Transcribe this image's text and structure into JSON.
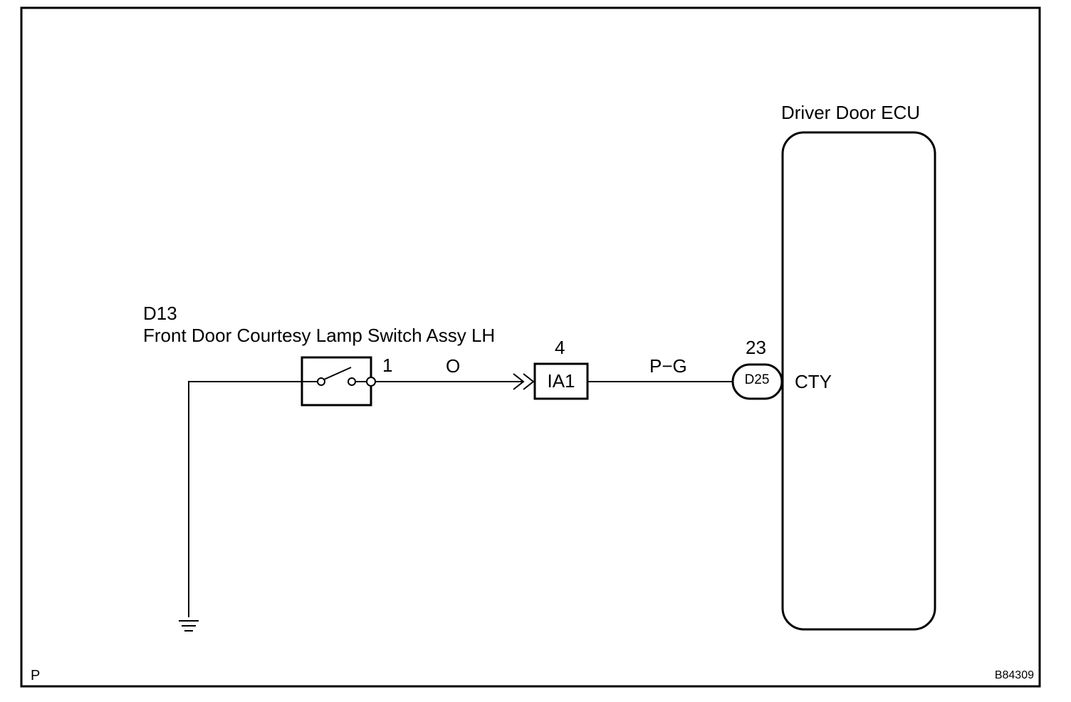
{
  "ecu": {
    "title": "Driver Door ECU",
    "terminal_name": "CTY",
    "connector_code": "D25",
    "pin": "23"
  },
  "switch": {
    "code": "D13",
    "name": "Front Door Courtesy Lamp Switch Assy LH",
    "pin": "1"
  },
  "junction": {
    "code": "IA1",
    "pin": "4"
  },
  "wires": {
    "switch_to_junction": "O",
    "junction_to_ecu": "P−G"
  },
  "corner": {
    "left": "P",
    "right": "B84309"
  }
}
